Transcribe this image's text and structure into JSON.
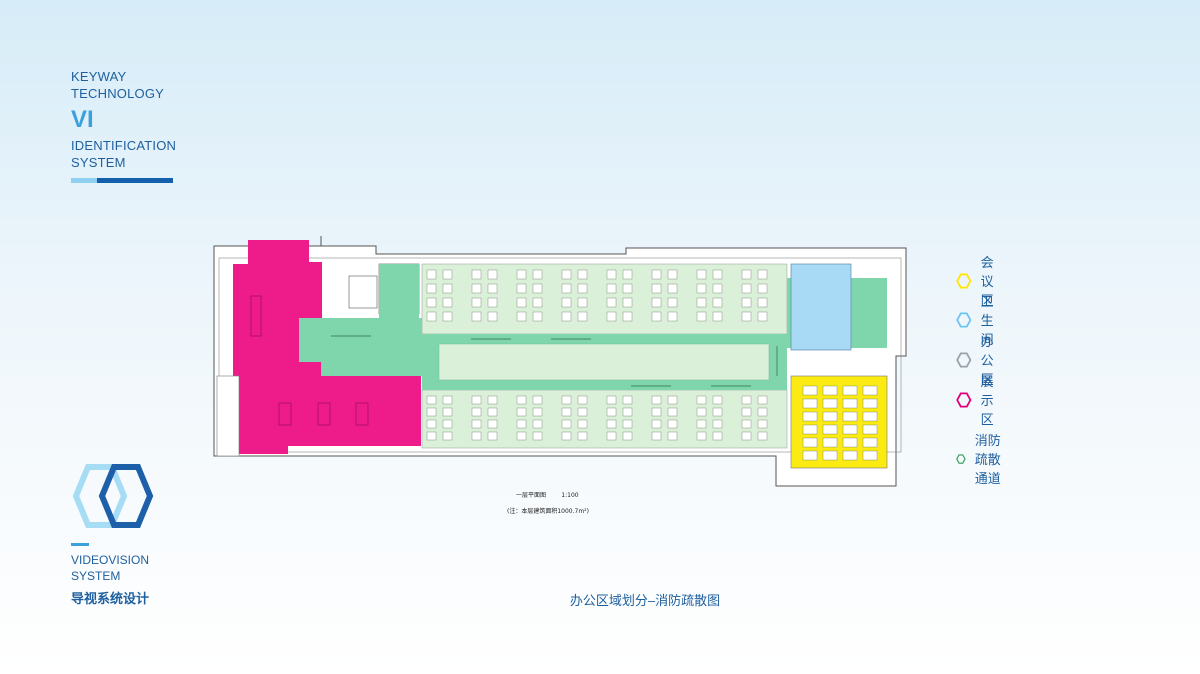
{
  "brand": {
    "line1": "KEYWAY",
    "line2": "TECHNOLOGY",
    "vi": "VI",
    "line3": "IDENTIFICATION",
    "line4": "SYSTEM"
  },
  "footer_brand": {
    "line1": "VIDEOVISION",
    "line2": "SYSTEM",
    "cn": "导视系统设计"
  },
  "plan": {
    "floor_label": "一层平面图",
    "scale": "1:100",
    "note": "(注：本层建筑面积1000.7m²)"
  },
  "legend": [
    {
      "label": "会议区",
      "color": "#ffe600"
    },
    {
      "label": "卫生间",
      "color": "#6ec3f0"
    },
    {
      "label": "办公区",
      "color": "#9aa3a9"
    },
    {
      "label": "展示区",
      "color": "#e2007a"
    },
    {
      "label": "消防疏散通道",
      "color": "#2f9a55"
    }
  ],
  "caption": "办公区域划分–消防疏散图",
  "colors": {
    "exhibit": "#ee1c8a",
    "corridor": "#7fd6ad",
    "office": "#daf0d8",
    "meeting": "#fbeb13",
    "toilet": "#a8d9f5"
  }
}
